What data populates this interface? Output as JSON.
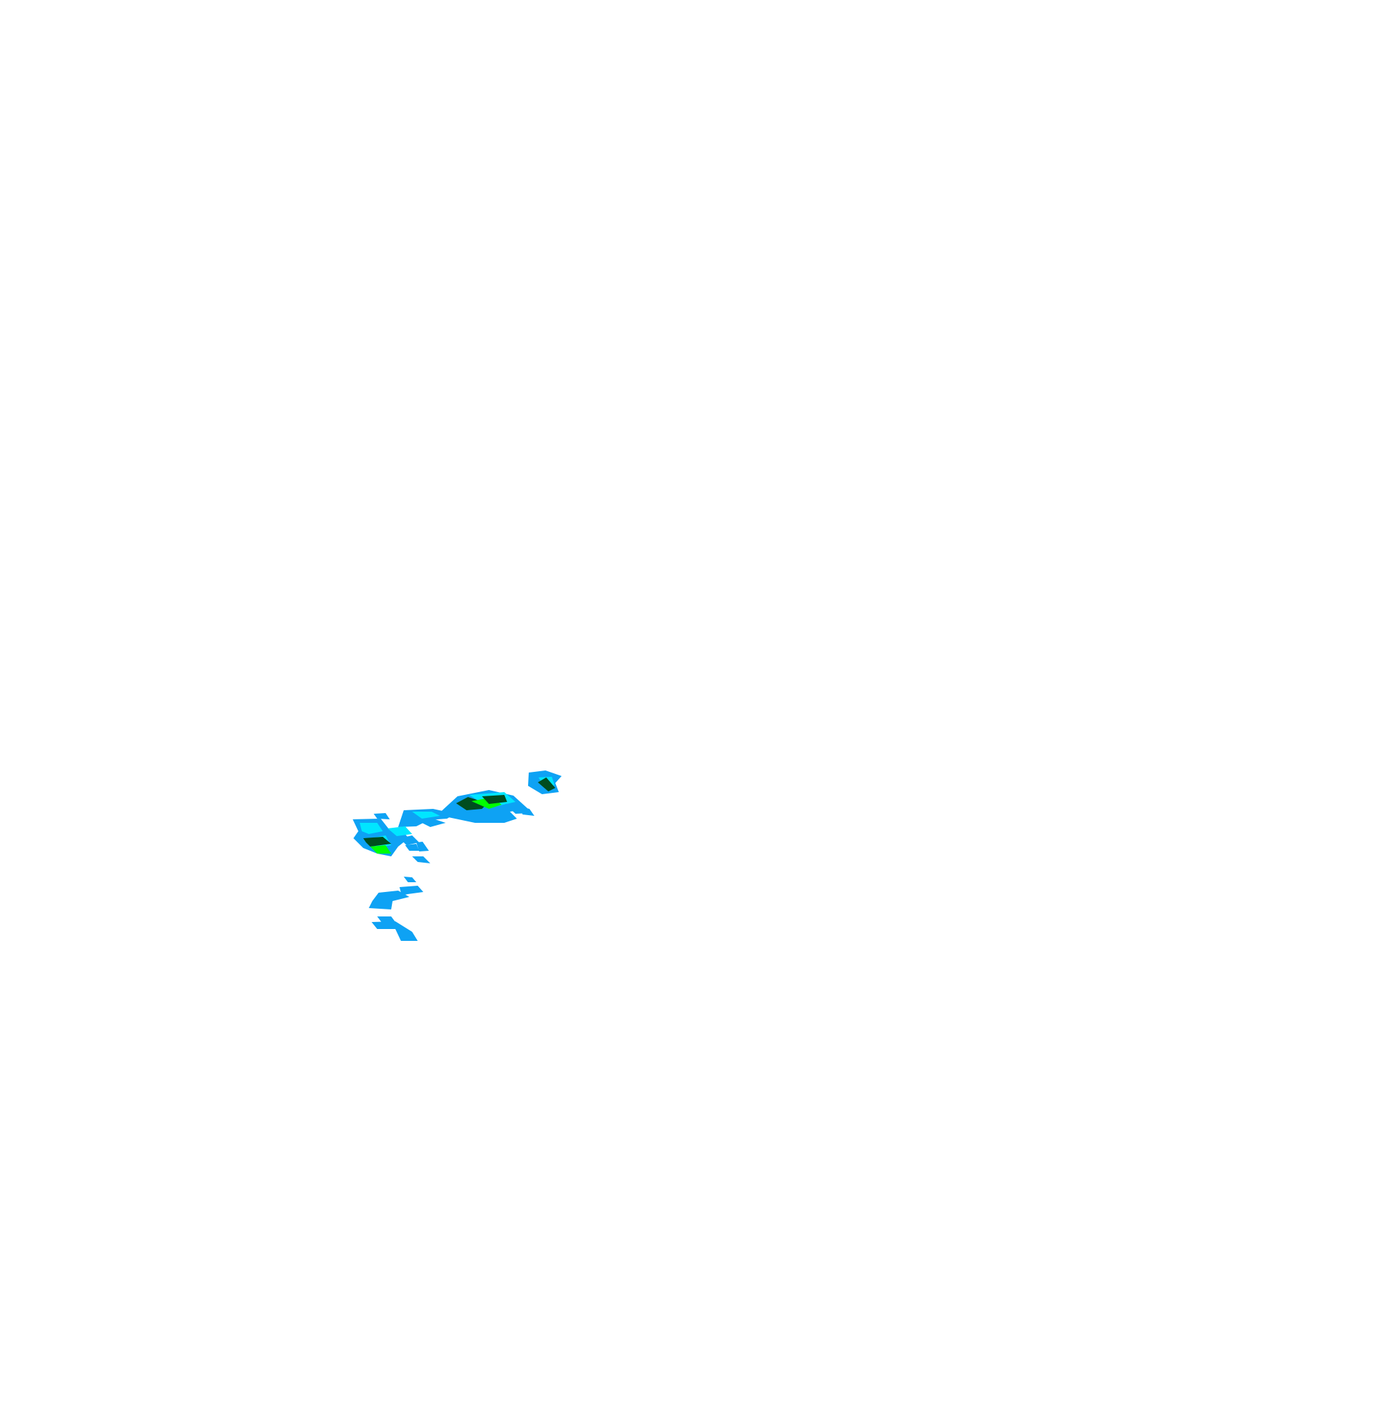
{
  "background": "#ffffff",
  "palette": {
    "light": "#0ea2f4",
    "medium": "#00e6ff",
    "strong": "#004d1f",
    "peak": "#00ff00"
  },
  "echo_levels": [
    "light",
    "medium",
    "strong",
    "peak"
  ]
}
